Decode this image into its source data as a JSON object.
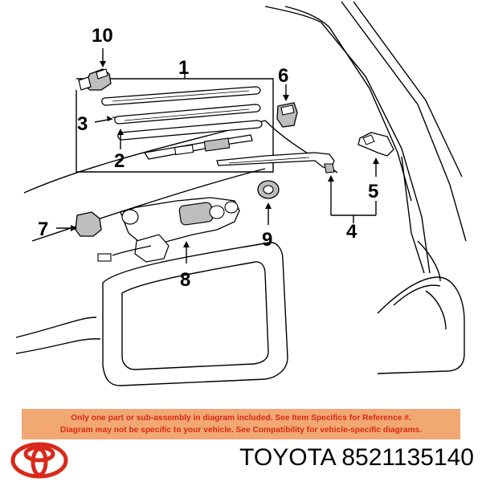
{
  "callouts": {
    "c1": "1",
    "c2": "2",
    "c3": "3",
    "c4": "4",
    "c5": "5",
    "c6": "6",
    "c7": "7",
    "c8": "8",
    "c9": "9",
    "c10": "10"
  },
  "notice": {
    "line1": "Only one part or sub-assembly in diagram included. See Item Specifics for Reference #.",
    "line2": "Diagram may not be specific to your vehicle. See Compatibility for vehicle-specific diagrams."
  },
  "footer": {
    "brand": "TOYOTA",
    "part_number": "8521135140",
    "logo_color": "#d9291b"
  },
  "colors": {
    "notice_background": "#f2a872",
    "notice_text": "#d9291b"
  }
}
